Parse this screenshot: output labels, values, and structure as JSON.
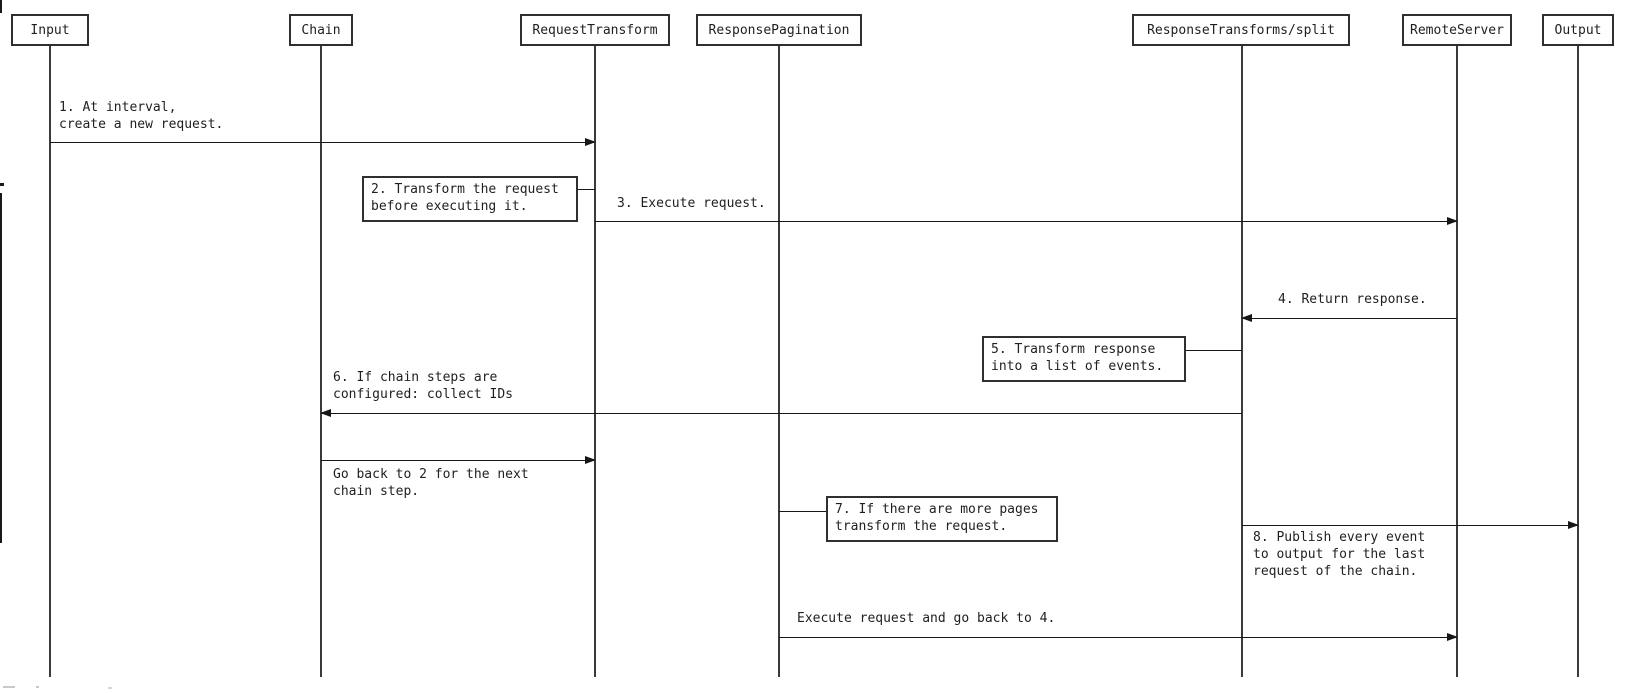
{
  "diagram": {
    "kind": "sequence-diagram",
    "colors": {
      "background": "#ffffff",
      "line": "#2f2f2f",
      "arrow": "#161616",
      "text": "#1f1f1f"
    },
    "participants": [
      {
        "id": "input",
        "label": "Input"
      },
      {
        "id": "chain",
        "label": "Chain"
      },
      {
        "id": "request-transform",
        "label": "RequestTransform"
      },
      {
        "id": "response-pagination",
        "label": "ResponsePagination"
      },
      {
        "id": "response-transforms-split",
        "label": "ResponseTransforms/split"
      },
      {
        "id": "remote-server",
        "label": "RemoteServer"
      },
      {
        "id": "output",
        "label": "Output"
      }
    ],
    "messages": [
      {
        "from": "Input",
        "to": "RequestTransform",
        "direction": "right",
        "label": "1. At interval,\ncreate a new request."
      },
      {
        "from": "RequestTransform",
        "to": "RemoteServer",
        "direction": "right",
        "label": "3. Execute request."
      },
      {
        "from": "RemoteServer",
        "to": "ResponseTransforms/split",
        "direction": "left",
        "label": "4. Return response."
      },
      {
        "from": "ResponseTransforms/split",
        "to": "Chain",
        "direction": "left",
        "label": "6. If chain steps are\nconfigured: collect IDs"
      },
      {
        "from": "Chain",
        "to": "RequestTransform",
        "direction": "right",
        "label": "Go back to 2 for the next\nchain step."
      },
      {
        "from": "ResponseTransforms/split",
        "to": "Output",
        "direction": "right",
        "label": "8. Publish every event\nto output for the last\nrequest of the chain."
      },
      {
        "from": "ResponsePagination",
        "to": "RemoteServer",
        "direction": "right",
        "label": "Execute request and go back to 4."
      }
    ],
    "notes": [
      {
        "attached_to": "RequestTransform",
        "label": "2. Transform the request\nbefore executing it."
      },
      {
        "attached_to": "ResponseTransforms/split",
        "label": "5. Transform response\ninto a list of events."
      },
      {
        "attached_to": "ResponsePagination",
        "label": "7. If there are more pages\ntransform the request."
      }
    ]
  }
}
